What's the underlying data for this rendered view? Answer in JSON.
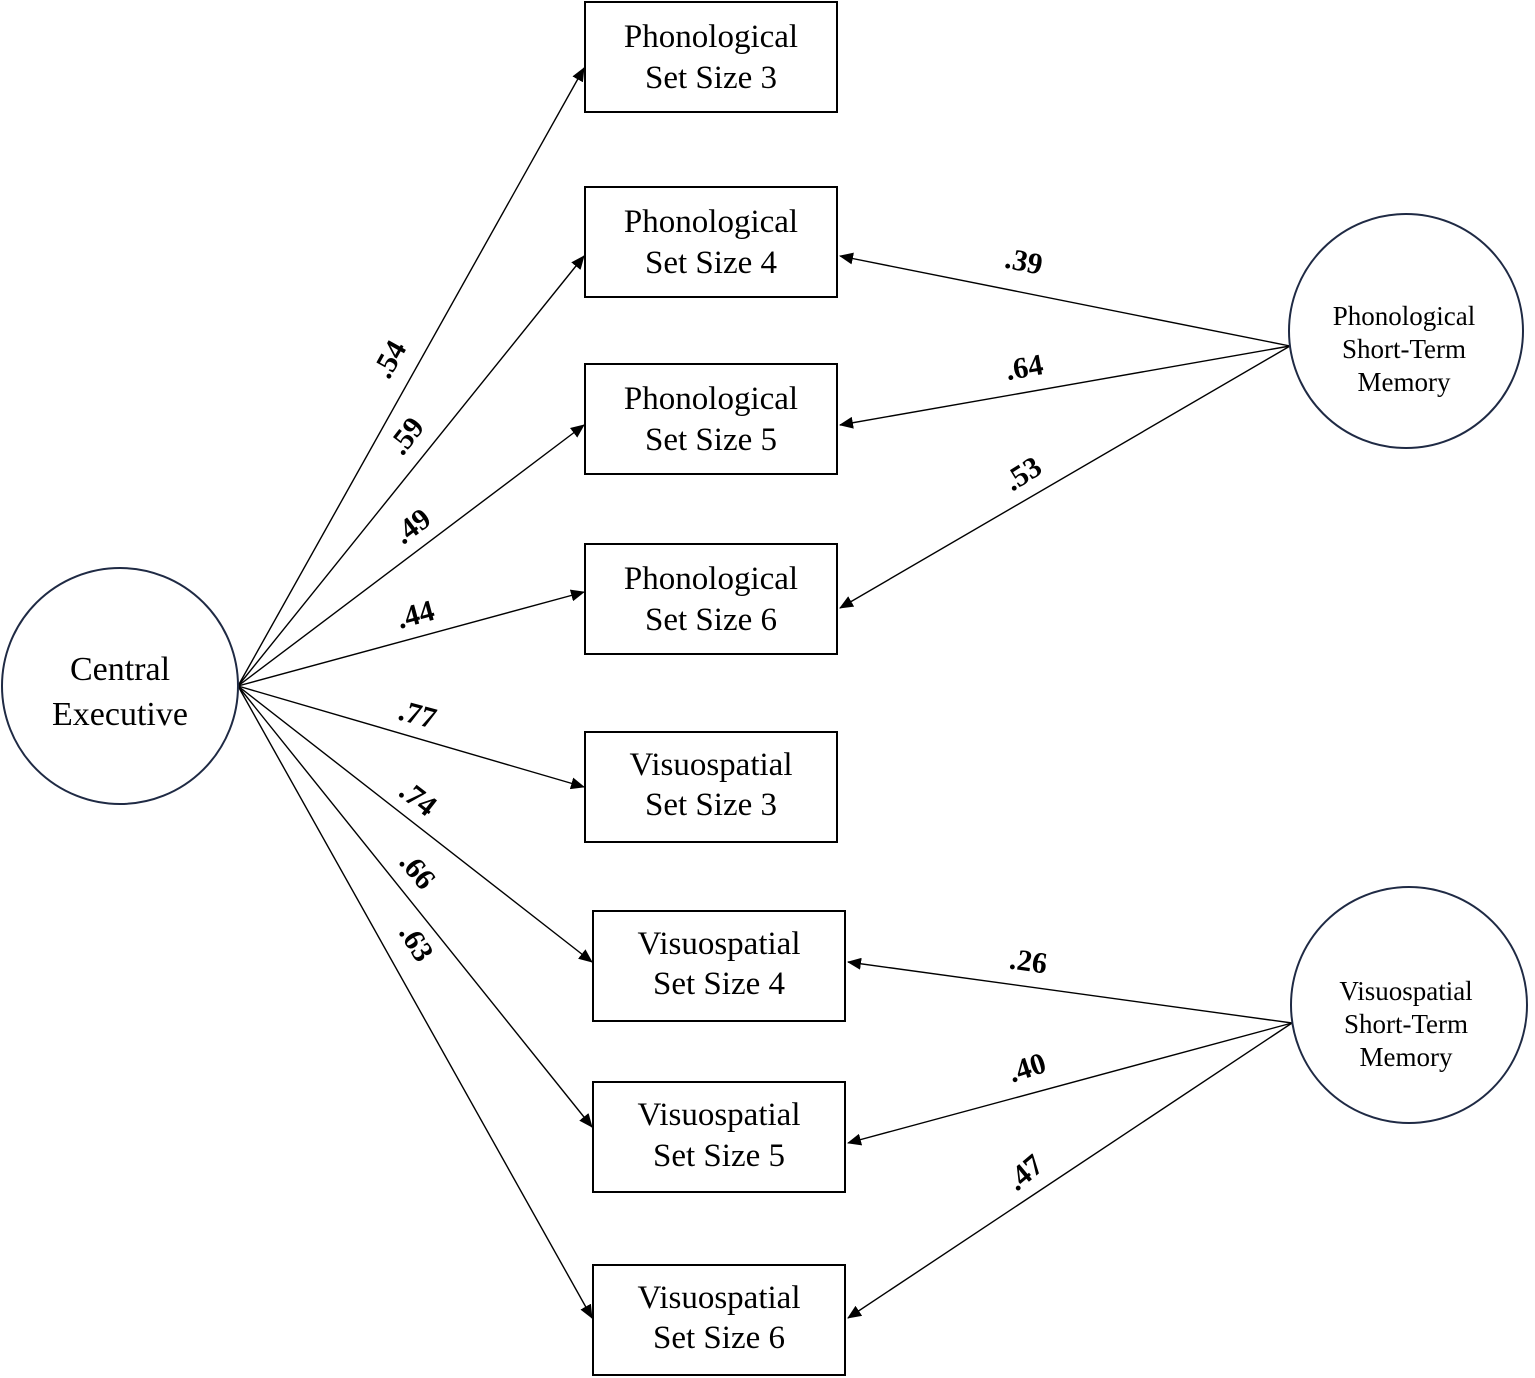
{
  "latents": {
    "central_executive": {
      "line1": "Central",
      "line2": "Executive"
    },
    "phonological_stm": {
      "line1": "Phonological",
      "line2": "Short-Term",
      "line3": "Memory"
    },
    "visuospatial_stm": {
      "line1": "Visuospatial",
      "line2": "Short-Term",
      "line3": "Memory"
    }
  },
  "indicators": [
    {
      "line1": "Phonological",
      "line2": "Set Size 3"
    },
    {
      "line1": "Phonological",
      "line2": "Set Size 4"
    },
    {
      "line1": "Phonological",
      "line2": "Set Size 5"
    },
    {
      "line1": "Phonological",
      "line2": "Set Size 6"
    },
    {
      "line1": "Visuospatial",
      "line2": "Set Size 3"
    },
    {
      "line1": "Visuospatial",
      "line2": "Set Size 4"
    },
    {
      "line1": "Visuospatial",
      "line2": "Set Size 5"
    },
    {
      "line1": "Visuospatial",
      "line2": "Set Size 6"
    }
  ],
  "loadings": {
    "central_executive": [
      ".54",
      ".59",
      ".49",
      ".44",
      ".77",
      ".74",
      ".66",
      ".63"
    ],
    "phonological_stm": [
      ".39",
      ".64",
      ".53"
    ],
    "visuospatial_stm": [
      ".26",
      ".40",
      ".47"
    ]
  },
  "colors": {
    "latent_outline": "#1f2a44",
    "lines": "#000000"
  }
}
